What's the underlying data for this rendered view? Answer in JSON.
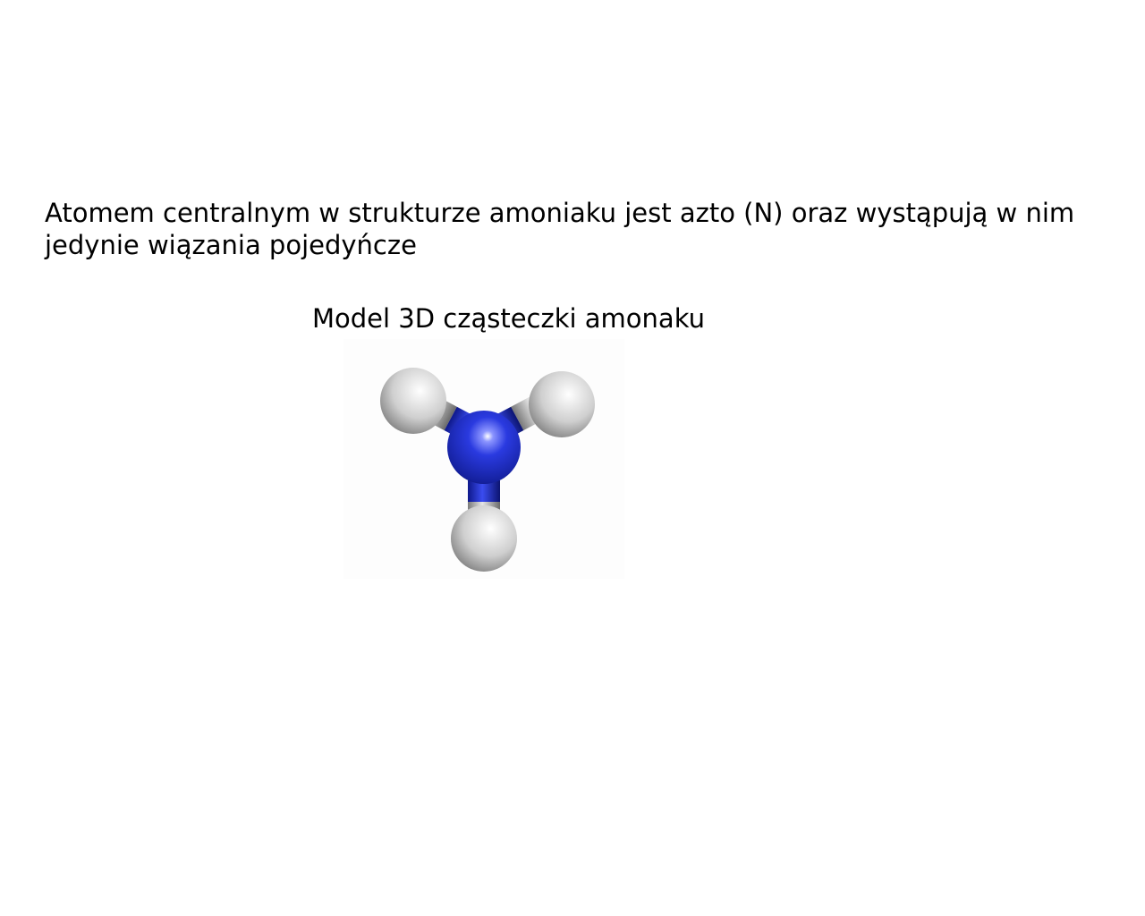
{
  "content": {
    "intro_text": "Atomem centralnym w strukturze amoniaku jest azto (N) oraz wystąpują w nim jedynie wiązania pojedyńcze",
    "model_caption": "Model 3D cząsteczki amonaku"
  },
  "molecule": {
    "central_atom": {
      "name": "nitrogen-atom",
      "color": "#1f2fd4"
    },
    "outer_atoms": [
      {
        "name": "hydrogen-atom-left",
        "color": "#d9d9d9"
      },
      {
        "name": "hydrogen-atom-right",
        "color": "#d9d9d9"
      },
      {
        "name": "hydrogen-atom-bottom",
        "color": "#d9d9d9"
      }
    ]
  }
}
